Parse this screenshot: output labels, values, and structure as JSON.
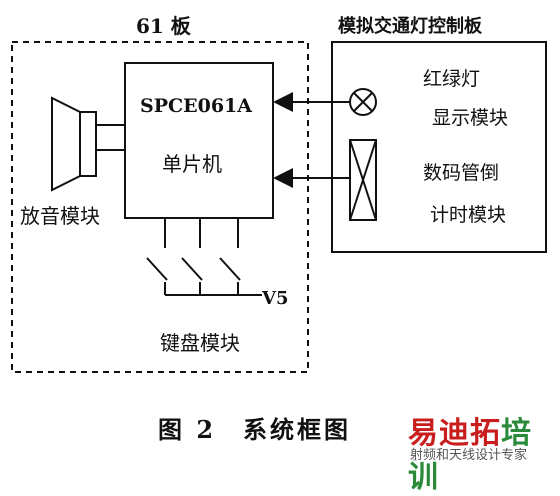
{
  "board_title": "61 板",
  "controller_title": "模拟交通灯控制板",
  "mcu_name": "SPCE061A",
  "mcu_type": "单片机",
  "audio_module": "放音模块",
  "traffic_light_module_line1": "红绿灯",
  "traffic_light_module_line2": "显示模块",
  "countdown_module_line1": "数码管倒",
  "countdown_module_line2": "计时模块",
  "keyboard_signal": "V5",
  "keyboard_module": "键盘模块",
  "caption": "图 2　系统框图",
  "watermark": {
    "brand": [
      "易",
      "迪",
      "拓",
      "培",
      "训"
    ],
    "brand_colors": [
      "#c81e1e",
      "#c81e1e",
      "#c81e1e",
      "#2a8a3a",
      "#2a8a3a"
    ],
    "tagline": "射频和天线设计专家"
  }
}
